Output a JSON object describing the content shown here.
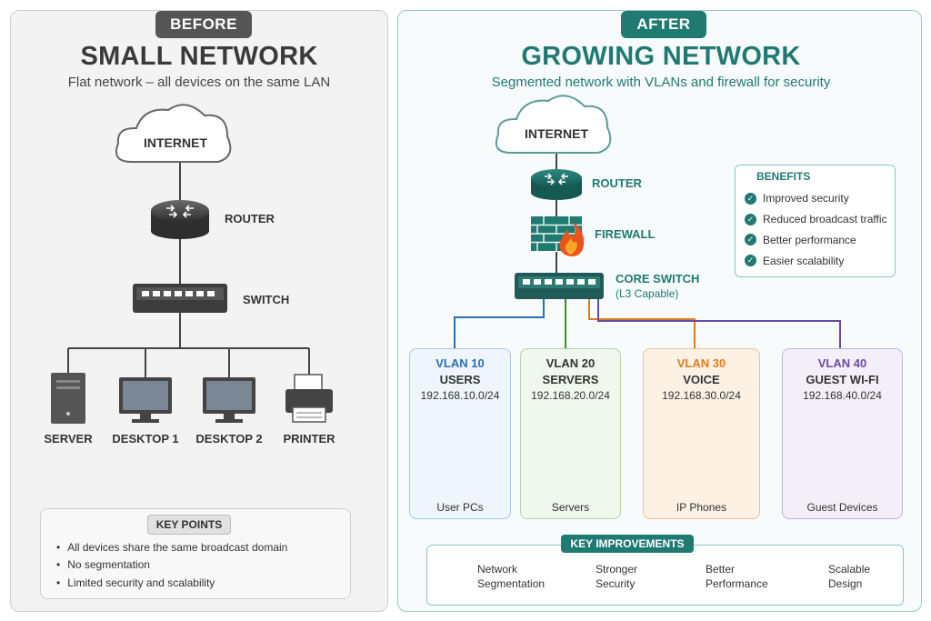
{
  "before": {
    "tab": "BEFORE",
    "title": "SMALL NETWORK",
    "subtitle": "Flat network – all devices on the same LAN",
    "internet": "INTERNET",
    "router": "ROUTER",
    "switch": "SWITCH",
    "devices": [
      "SERVER",
      "DESKTOP 1",
      "DESKTOP 2",
      "PRINTER"
    ],
    "key_points_title": "KEY POINTS",
    "key_points": [
      "All devices share the same broadcast domain",
      "No segmentation",
      "Limited security and scalability"
    ]
  },
  "after": {
    "tab": "AFTER",
    "title": "GROWING NETWORK",
    "subtitle": "Segmented network with VLANs and firewall for security",
    "internet": "INTERNET",
    "router": "ROUTER",
    "firewall": "FIREWALL",
    "core_switch": "CORE SWITCH",
    "core_switch_sub": "(L3 Capable)",
    "benefits_title": "BENEFITS",
    "benefits": [
      "Improved security",
      "Reduced broadcast traffic",
      "Better performance",
      "Easier scalability"
    ],
    "vlans": [
      {
        "id": "VLAN 10",
        "name": "USERS",
        "net": "192.168.10.0/24",
        "caption": "User PCs"
      },
      {
        "id": "VLAN 20",
        "name": "SERVERS",
        "net": "192.168.20.0/24",
        "caption": "Servers"
      },
      {
        "id": "VLAN 30",
        "name": "VOICE",
        "net": "192.168.30.0/24",
        "caption": "IP Phones"
      },
      {
        "id": "VLAN 40",
        "name": "GUEST WI-FI",
        "net": "192.168.40.0/24",
        "caption": "Guest Devices"
      }
    ],
    "key_improvements_title": "KEY IMPROVEMENTS",
    "key_improvements": [
      {
        "l1": "Network",
        "l2": "Segmentation",
        "icon": "shield-check-icon"
      },
      {
        "l1": "Stronger",
        "l2": "Security",
        "icon": "padlock-icon"
      },
      {
        "l1": "Better",
        "l2": "Performance",
        "icon": "speedometer-icon"
      },
      {
        "l1": "Scalable",
        "l2": "Design",
        "icon": "growth-chart-icon"
      }
    ]
  },
  "colors": {
    "before_tab": "#555555",
    "after_tab": "#1f7a72",
    "vlan10": "#2a6fb5",
    "vlan20": "#3f8a2f",
    "vlan30": "#e07d1a",
    "vlan40": "#6a4ba3"
  }
}
